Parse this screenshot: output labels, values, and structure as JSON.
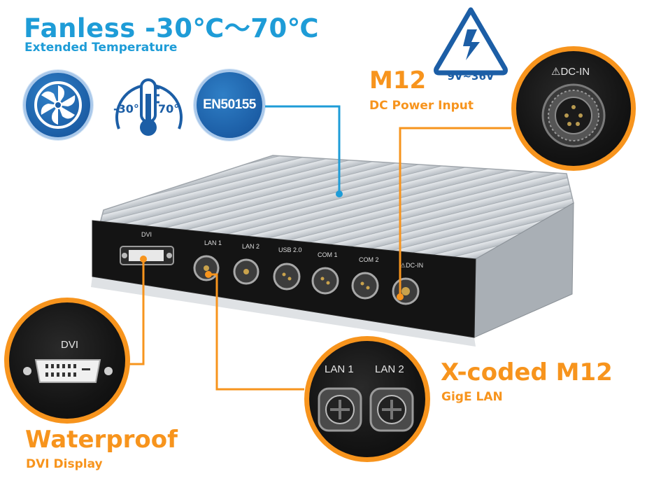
{
  "headline": {
    "title": "Fanless -30℃～70℃",
    "subtitle": "Extended Temperature"
  },
  "badges": {
    "temp_low": "-30°",
    "temp_high": "70°",
    "cert": "EN50155"
  },
  "power_badge": {
    "voltage": "9V~36V"
  },
  "dc_callout": {
    "title": "M12",
    "subtitle": "DC Power Input",
    "zoom_label": "⚠DC-IN"
  },
  "lan_callout": {
    "title": "X-coded M12",
    "subtitle": "GigE LAN",
    "lan1": "LAN 1",
    "lan2": "LAN 2"
  },
  "dvi_callout": {
    "title": "Waterproof",
    "subtitle": "DVI Display",
    "zoom_label": "DVI"
  },
  "device_ports": {
    "dvi": "DVI",
    "lan1": "LAN 1",
    "lan2": "LAN 2",
    "usb": "USB 2.0",
    "com1": "COM 1",
    "com2": "COM 2",
    "dcin": "⚠DC-IN"
  },
  "colors": {
    "blue": "#1e9cd7",
    "orange": "#f7941d",
    "badge_blue": "#1c5ea6"
  }
}
